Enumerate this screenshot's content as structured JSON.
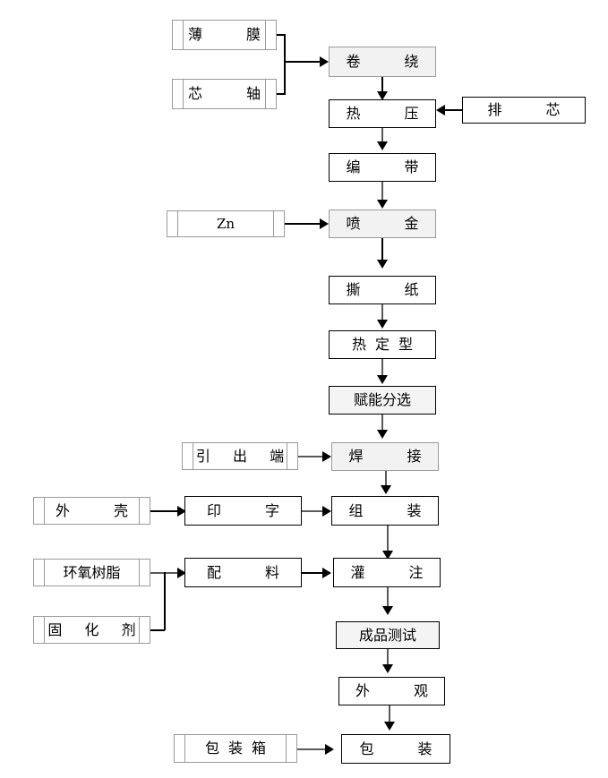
{
  "diagram": {
    "type": "flowchart",
    "title": "",
    "orientation": "top-to-bottom",
    "nodes": {
      "film": {
        "label": "薄 膜",
        "shape": "tape",
        "role": "material"
      },
      "mandrel": {
        "label": "芯 轴",
        "shape": "tape",
        "role": "material"
      },
      "winding": {
        "label": "卷 绕",
        "shape": "rectangle",
        "role": "process"
      },
      "hot_press": {
        "label": "热 压",
        "shape": "rectangle",
        "role": "process"
      },
      "core_removal": {
        "label": "排 芯",
        "shape": "rectangle",
        "role": "process"
      },
      "taping": {
        "label": "编 带",
        "shape": "rectangle",
        "role": "process"
      },
      "zinc": {
        "label": "Zn",
        "shape": "tape",
        "role": "material"
      },
      "metal_spray": {
        "label": "喷 金",
        "shape": "rectangle",
        "role": "process"
      },
      "tear_paper": {
        "label": "撕 纸",
        "shape": "rectangle",
        "role": "process"
      },
      "heat_set": {
        "label": "热定型",
        "shape": "rectangle",
        "role": "process"
      },
      "energize_sort": {
        "label": "赋能分选",
        "shape": "rectangle",
        "role": "process"
      },
      "lead_terminal": {
        "label": "引 出 端",
        "shape": "tape",
        "role": "material"
      },
      "welding": {
        "label": "焊 接",
        "shape": "rectangle",
        "role": "process"
      },
      "shell": {
        "label": "外 壳",
        "shape": "tape",
        "role": "material"
      },
      "printing": {
        "label": "印 字",
        "shape": "rectangle",
        "role": "process"
      },
      "assembly": {
        "label": "组 装",
        "shape": "rectangle",
        "role": "process"
      },
      "epoxy_resin": {
        "label": "环氧树脂",
        "shape": "tape",
        "role": "material"
      },
      "curing_agent": {
        "label": "固 化 剂",
        "shape": "tape",
        "role": "material"
      },
      "compounding": {
        "label": "配 料",
        "shape": "rectangle",
        "role": "process"
      },
      "potting": {
        "label": "灌 注",
        "shape": "rectangle",
        "role": "process"
      },
      "final_test": {
        "label": "成品测试",
        "shape": "rectangle",
        "role": "process"
      },
      "appearance": {
        "label": "外 观",
        "shape": "rectangle",
        "role": "process"
      },
      "carton": {
        "label": "包装箱",
        "shape": "tape",
        "role": "material"
      },
      "packaging": {
        "label": "包 装",
        "shape": "rectangle",
        "role": "process"
      }
    },
    "edges": [
      {
        "from": "film",
        "to": "winding",
        "direction": "right"
      },
      {
        "from": "mandrel",
        "to": "winding",
        "direction": "right"
      },
      {
        "from": "winding",
        "to": "hot_press",
        "direction": "down"
      },
      {
        "from": "core_removal",
        "to": "hot_press",
        "direction": "left"
      },
      {
        "from": "hot_press",
        "to": "taping",
        "direction": "down"
      },
      {
        "from": "taping",
        "to": "metal_spray",
        "direction": "down"
      },
      {
        "from": "zinc",
        "to": "metal_spray",
        "direction": "right"
      },
      {
        "from": "metal_spray",
        "to": "tear_paper",
        "direction": "down"
      },
      {
        "from": "tear_paper",
        "to": "heat_set",
        "direction": "down"
      },
      {
        "from": "heat_set",
        "to": "energize_sort",
        "direction": "down"
      },
      {
        "from": "energize_sort",
        "to": "welding",
        "direction": "down"
      },
      {
        "from": "lead_terminal",
        "to": "welding",
        "direction": "right"
      },
      {
        "from": "welding",
        "to": "assembly",
        "direction": "down"
      },
      {
        "from": "shell",
        "to": "printing",
        "direction": "right"
      },
      {
        "from": "printing",
        "to": "assembly",
        "direction": "right"
      },
      {
        "from": "assembly",
        "to": "potting",
        "direction": "down"
      },
      {
        "from": "epoxy_resin",
        "to": "compounding",
        "direction": "right"
      },
      {
        "from": "curing_agent",
        "to": "compounding",
        "direction": "right"
      },
      {
        "from": "compounding",
        "to": "potting",
        "direction": "right"
      },
      {
        "from": "potting",
        "to": "final_test",
        "direction": "down"
      },
      {
        "from": "final_test",
        "to": "appearance",
        "direction": "down"
      },
      {
        "from": "appearance",
        "to": "packaging",
        "direction": "down"
      },
      {
        "from": "carton",
        "to": "packaging",
        "direction": "right"
      }
    ],
    "colors": {
      "line": "#000000",
      "line_gray": "#5a5a5a",
      "border": "#000000",
      "border_gray": "#9a9a9a",
      "fill_white": "#ffffff",
      "fill_gray": "#f2f2f2",
      "text": "#000000",
      "background": "#ffffff"
    }
  }
}
